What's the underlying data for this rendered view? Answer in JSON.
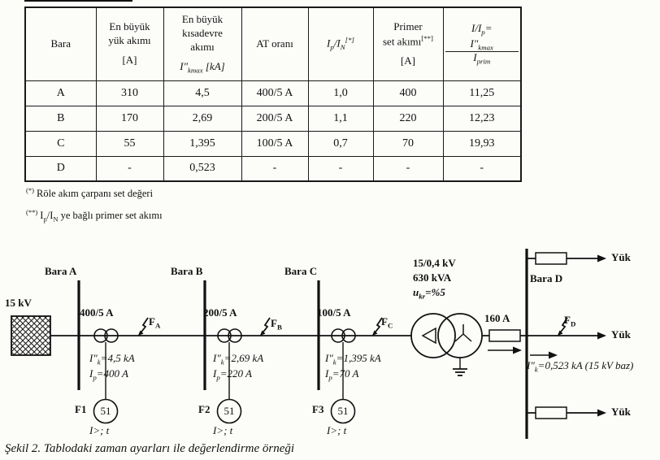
{
  "table": {
    "headers": {
      "bara": "Bara",
      "yuk": [
        "En büyük",
        "yük akımı",
        "[A]"
      ],
      "ksd": [
        "En büyük",
        "kısadevre",
        "akımı",
        "I″_kmax_ [kA]"
      ],
      "at": "AT oranı",
      "ipin": "I_p_/I_N_^[*]^",
      "primer": [
        "Primer",
        "set akımı^[**]^",
        "[A]"
      ],
      "ratio": {
        "prefix": "I/I_p_=",
        "num": "I″_kmax_",
        "den": "I_prim_"
      }
    },
    "rows": [
      {
        "bara": "A",
        "yuk": "310",
        "ksd": "4,5",
        "at": "400/5 A",
        "ipin": "1,0",
        "primer": "400",
        "iip": "11,25"
      },
      {
        "bara": "B",
        "yuk": "170",
        "ksd": "2,69",
        "at": "200/5 A",
        "ipin": "1,1",
        "primer": "220",
        "iip": "12,23"
      },
      {
        "bara": "C",
        "yuk": "55",
        "ksd": "1,395",
        "at": "100/5 A",
        "ipin": "0,7",
        "primer": "70",
        "iip": "19,93"
      },
      {
        "bara": "D",
        "yuk": "-",
        "ksd": "0,523",
        "at": "-",
        "ipin": "-",
        "primer": "-",
        "iip": "-"
      }
    ],
    "footnote1": "^(*)^ Röle akım çarpanı set değeri",
    "footnote2": "^(**)^ I_p_/I_N_ ye bağlı primer set akımı"
  },
  "diagram": {
    "source_voltage": "15 kV",
    "sections": [
      {
        "bus": "Bara A",
        "ct": "400/5 A",
        "fault": "F_A_",
        "ik": "I″_k_=4,5 kA",
        "ip": "I_p_=400 A"
      },
      {
        "bus": "Bara B",
        "ct": "200/5 A",
        "fault": "F_B_",
        "ik": "I″_k_=2,69 kA",
        "ip": "I_p_=220 A"
      },
      {
        "bus": "Bara C",
        "ct": "100/5 A",
        "fault": "F_C_",
        "ik": "I″_k_=1,395 kA",
        "ip": "I_p_=70 A"
      }
    ],
    "relays": [
      {
        "tag": "F1",
        "func": "51",
        "char": "I>; t"
      },
      {
        "tag": "F2",
        "func": "51",
        "char": "I>; t"
      },
      {
        "tag": "F3",
        "func": "51",
        "char": "I>; t"
      }
    ],
    "transformer": {
      "line1": "15/0,4 kV",
      "line2": "630 kVA",
      "line3": "u_kr_=%5"
    },
    "fuse_rating": "160 A",
    "bus_d": {
      "name": "Bara D",
      "fault": "F_D_",
      "ik": "I″_k_=0,523 kA (15 kV baz)"
    },
    "loads": [
      "Yük",
      "Yük",
      "Yük"
    ]
  },
  "caption": "Şekil 2. Tablodaki zaman ayarları ile değerlendirme örneği"
}
